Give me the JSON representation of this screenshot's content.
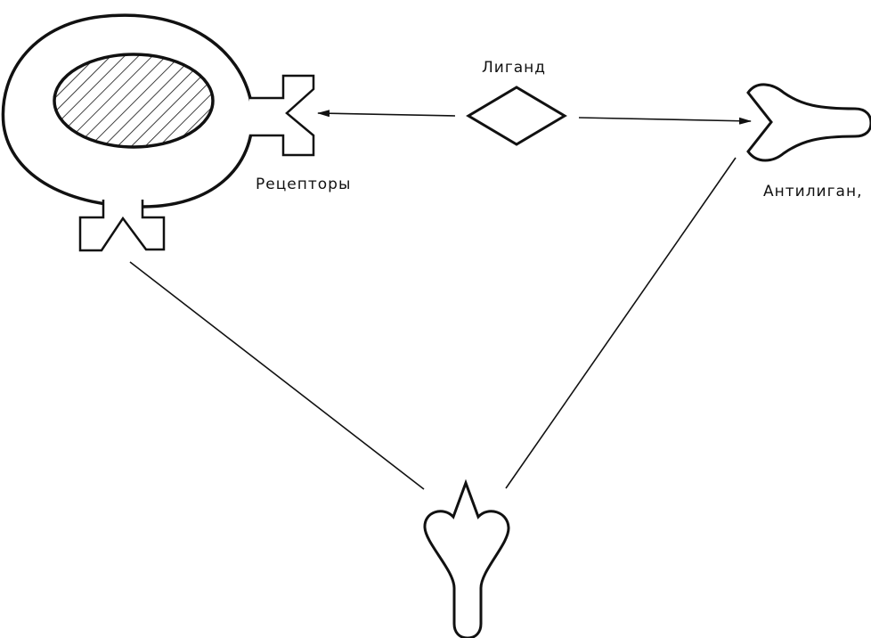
{
  "labels": {
    "ligand": "Лиганд",
    "receptors": "Рецепторы",
    "antiligand": "Антилиган,"
  },
  "colors": {
    "ink": "#111111",
    "background": "#ffffff"
  }
}
